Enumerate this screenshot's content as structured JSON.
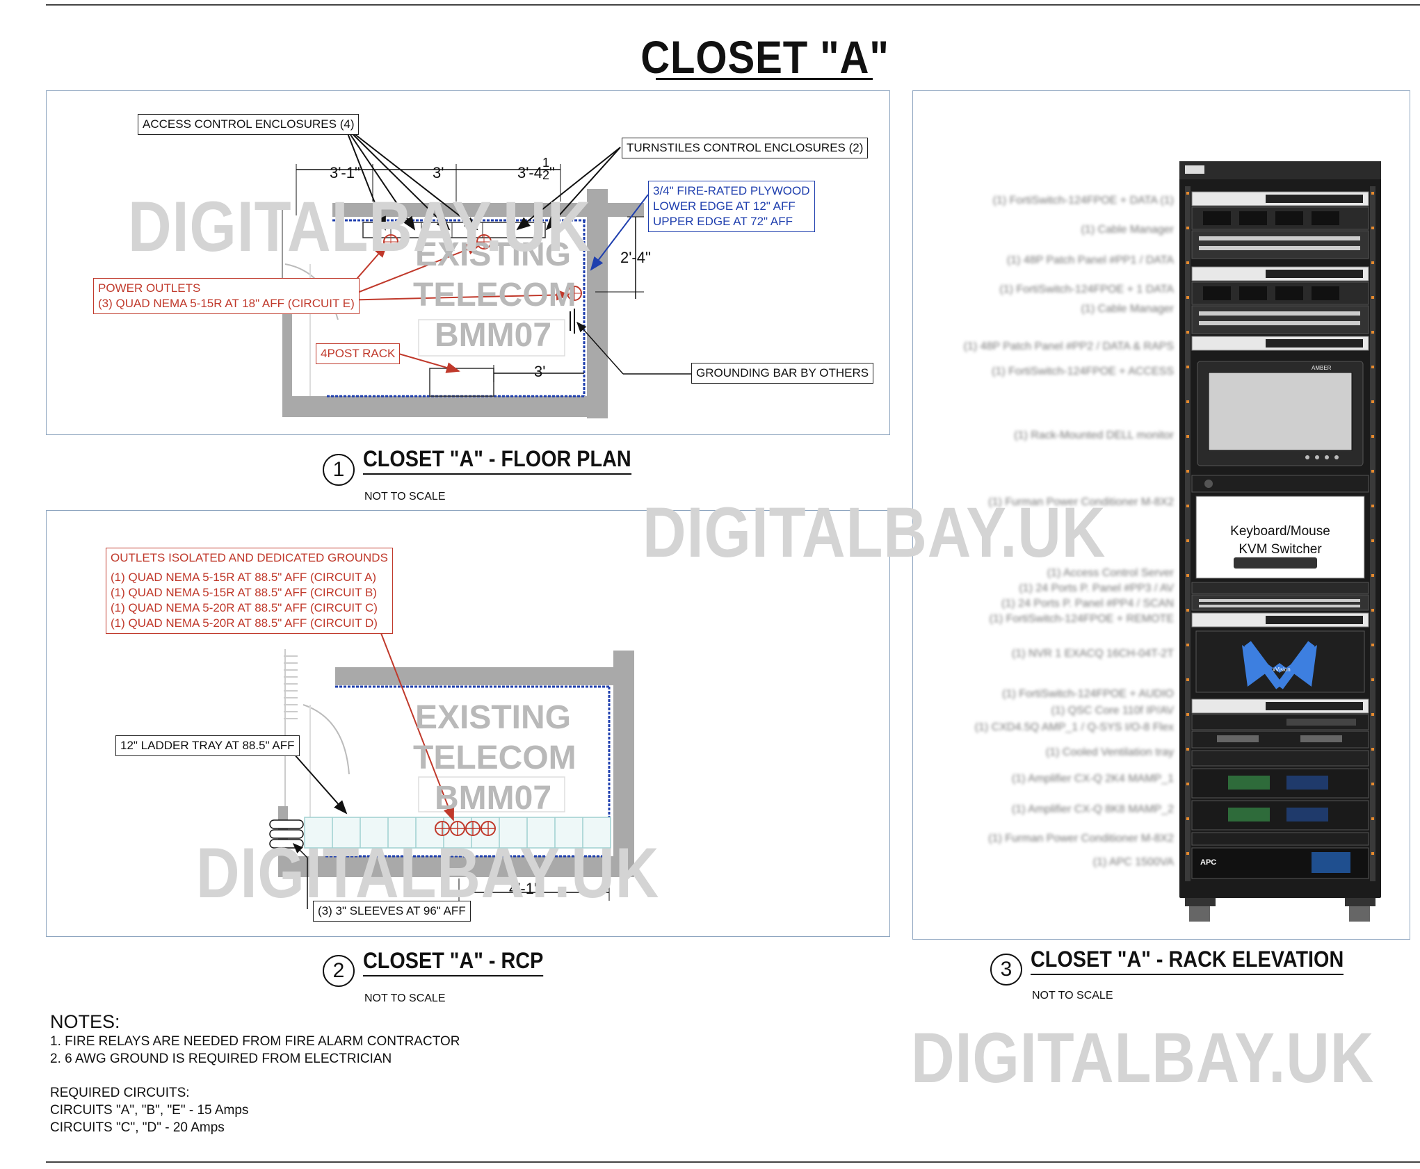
{
  "title": "CLOSET \"A\"",
  "watermark": "DIGITALBAY.UK",
  "floor_plan": {
    "caption_number": "1",
    "caption_title": "CLOSET \"A\" - FLOOR PLAN",
    "caption_scale": "NOT TO SCALE",
    "labels": {
      "access_control": "ACCESS CONTROL ENCLOSURES (4)",
      "turnstiles": "TURNSTILES CONTROL ENCLOSURES (2)",
      "plywood": [
        "3/4\" FIRE-RATED PLYWOOD",
        "LOWER EDGE AT 12\" AFF",
        "UPPER EDGE AT 72\" AFF"
      ],
      "power_outlets": [
        "POWER OUTLETS",
        "(3) QUAD NEMA 5-15R AT 18\" AFF (CIRCUIT E)"
      ],
      "rack": "4POST RACK",
      "grounding": "GROUNDING BAR BY OTHERS"
    },
    "dimensions": {
      "d1": "3'-1\"",
      "d2": "3'",
      "d3": "3'-4",
      "d3_num": "1",
      "d3_den": "2",
      "d3_suffix": "\"",
      "d4": "2'-4\"",
      "d5": "3'"
    },
    "room": [
      "EXISTING",
      "TELECOM",
      "BMM07"
    ]
  },
  "rcp": {
    "caption_number": "2",
    "caption_title": "CLOSET \"A\" - RCP",
    "caption_scale": "NOT TO SCALE",
    "labels": {
      "outlets": [
        "OUTLETS ISOLATED AND DEDICATED GROUNDS",
        "(1) QUAD NEMA 5-15R AT 88.5\" AFF (CIRCUIT A)",
        "(1) QUAD NEMA 5-15R AT 88.5\" AFF (CIRCUIT B)",
        "(1) QUAD NEMA 5-20R AT 88.5\" AFF (CIRCUIT C)",
        "(1) QUAD NEMA 5-20R AT 88.5\" AFF (CIRCUIT D)"
      ],
      "ladder": "12\" LADDER TRAY AT 88.5\" AFF",
      "sleeves": "(3) 3\" SLEEVES AT 96\" AFF"
    },
    "dimensions": {
      "d1": "4'-1\""
    },
    "room": [
      "EXISTING",
      "TELECOM",
      "BMM07"
    ]
  },
  "rack_elevation": {
    "caption_number": "3",
    "caption_title": "CLOSET \"A\" - RACK ELEVATION",
    "caption_scale": "NOT TO SCALE",
    "kvm_label": [
      "Keyboard/Mouse",
      "KVM Switcher"
    ],
    "monitor_brand": "AMBER",
    "apc_label": "APC",
    "xvision_label": "xVision"
  },
  "notes": {
    "heading": "NOTES:",
    "items": [
      "1. FIRE RELAYS ARE NEEDED FROM FIRE ALARM CONTRACTOR",
      "2. 6 AWG GROUND IS REQUIRED FROM ELECTRICIAN"
    ],
    "circuits_heading": "REQUIRED CIRCUITS:",
    "circuits": [
      "CIRCUITS \"A\", \"B\", \"E\" - 15 Amps",
      "CIRCUITS \"C\", \"D\" - 20 Amps"
    ]
  },
  "colors": {
    "red": "#c0392b",
    "blue": "#1f3fae",
    "wall": "#a9a9a9",
    "frame": "#8fa6c0"
  }
}
